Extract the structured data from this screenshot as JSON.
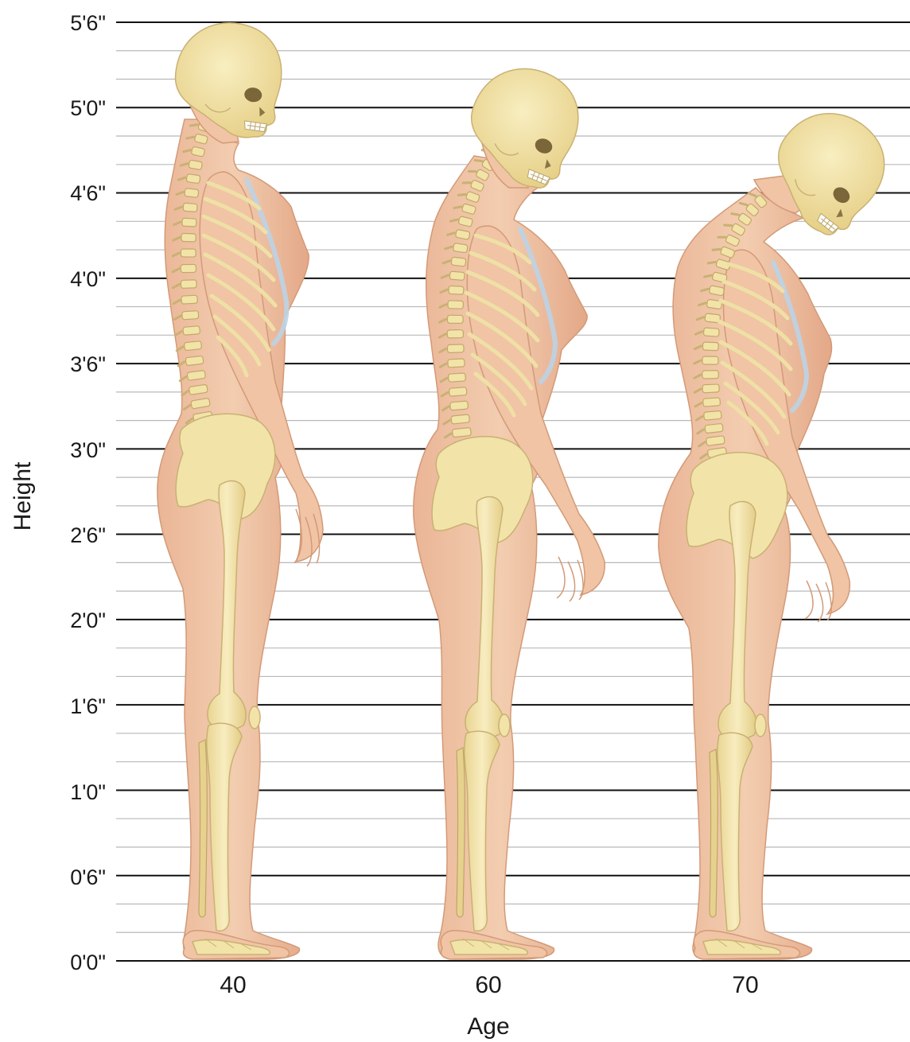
{
  "y_axis": {
    "title": "Height",
    "tick_labels": [
      "0'0\"",
      "0'6\"",
      "1'0\"",
      "1'6\"",
      "2'0\"",
      "2'6\"",
      "3'0\"",
      "3'6\"",
      "4'0\"",
      "4'6\"",
      "5'0\"",
      "5'6\""
    ]
  },
  "x_axis": {
    "title": "Age",
    "labels": [
      "40",
      "60",
      "70"
    ]
  },
  "figures": [
    {
      "age_label": "40",
      "posture": "upright"
    },
    {
      "age_label": "60",
      "posture": "slight-kyphosis"
    },
    {
      "age_label": "70",
      "posture": "severe-kyphosis"
    }
  ],
  "colors": {
    "skin": "#f0c4a4",
    "bone": "#f2e3a8",
    "cartilage": "#bcd3e6",
    "major_gridline": "#111111",
    "minor_gridline": "#b8b8b8"
  }
}
